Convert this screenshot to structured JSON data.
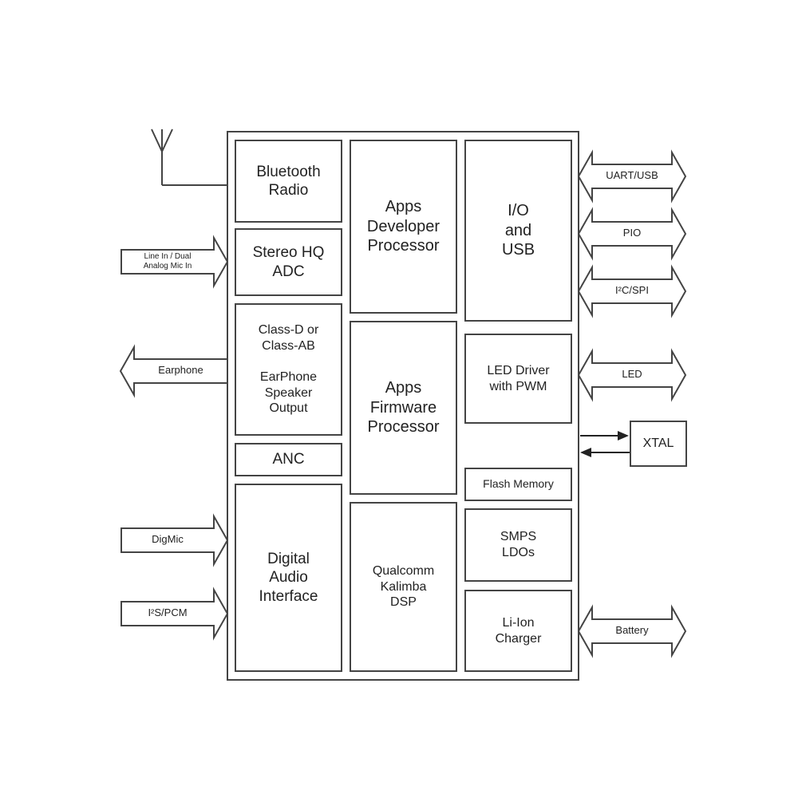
{
  "blocks": {
    "bluetooth_radio": "Bluetooth\nRadio",
    "stereo_adc": "Stereo HQ\nADC",
    "class_d": "Class-D or\nClass-AB\n\nEarPhone\nSpeaker\nOutput",
    "anc": "ANC",
    "digital_audio": "Digital\nAudio\nInterface",
    "apps_dev": "Apps\nDeveloper\nProcessor",
    "apps_fw": "Apps\nFirmware\nProcessor",
    "kalimba": "Qualcomm\nKalimba\nDSP",
    "io_usb": "I/O\nand\nUSB",
    "led_driver": "LED Driver\nwith PWM",
    "flash": "Flash Memory",
    "smps": "SMPS\nLDOs",
    "charger": "Li-Ion\nCharger",
    "xtal": "XTAL"
  },
  "left_arrows": {
    "line_in": "Line In / Dual\nAnalog Mic In",
    "earphone": "Earphone",
    "digmic": "DigMic",
    "i2s": "I²S/PCM"
  },
  "right_arrows": {
    "uart": "UART/USB",
    "pio": "PIO",
    "i2c": "I²C/SPI",
    "led": "LED",
    "battery": "Battery"
  }
}
